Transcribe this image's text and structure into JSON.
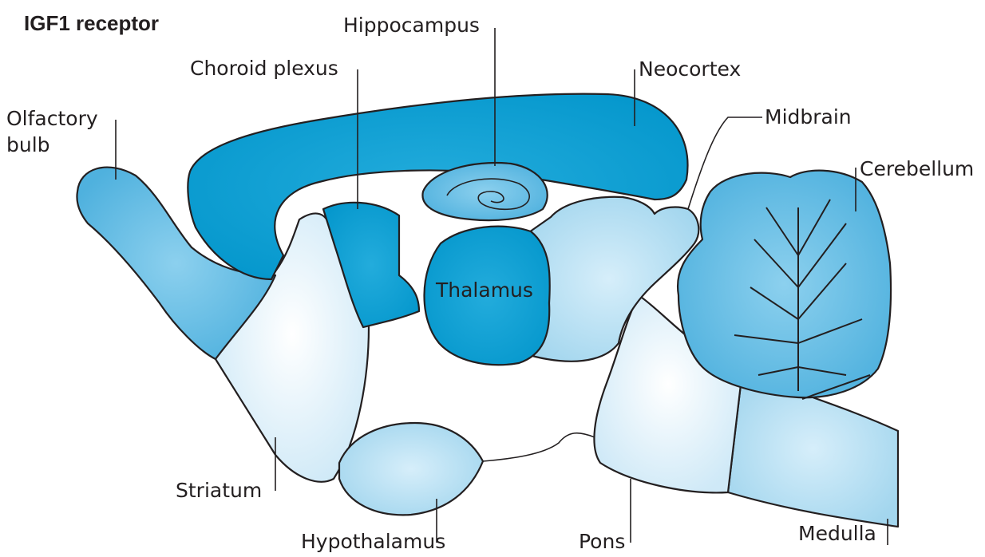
{
  "title": "IGF1 receptor",
  "labels": {
    "olfactory_bulb": [
      "Olfactory",
      "bulb"
    ],
    "choroid_plexus": "Choroid plexus",
    "hippocampus": "Hippocampus",
    "neocortex": "Neocortex",
    "midbrain": "Midbrain",
    "cerebellum": "Cerebellum",
    "thalamus": "Thalamus",
    "striatum": "Striatum",
    "hypothalamus": "Hypothalamus",
    "pons": "Pons",
    "medulla": "Medulla"
  },
  "colors": {
    "high": "#0a9fd3",
    "medium": "#5ab7e2",
    "low": "#a9d9f0",
    "very_low": "#e9f5fc",
    "outline": "#231f20"
  }
}
